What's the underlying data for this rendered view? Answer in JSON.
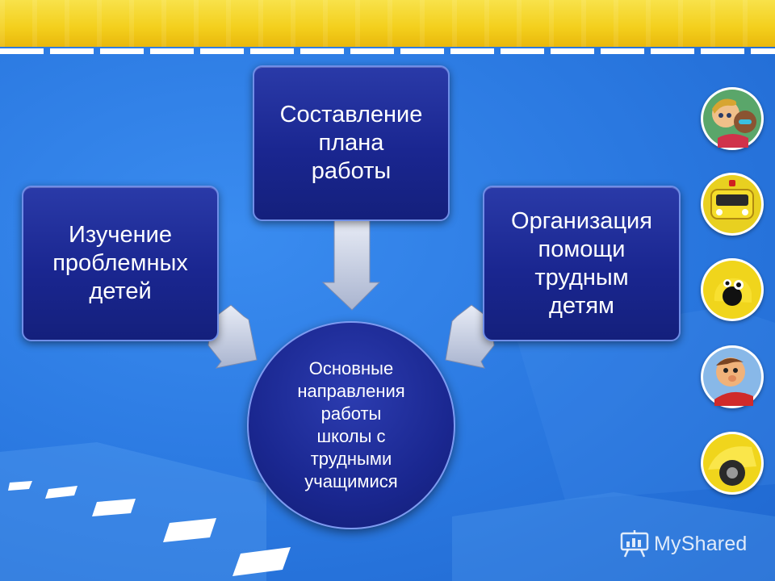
{
  "diagram": {
    "center": "Основные\nнаправления\nработы\nшколы с\nтрудными\nучащимися",
    "boxes": [
      {
        "id": "left",
        "text": "Изучение\nпроблемных\nдетей"
      },
      {
        "id": "top",
        "text": "Составление\nплана\nработы"
      },
      {
        "id": "right",
        "text": "Организация\nпомощи\nтрудным\nдетям"
      }
    ]
  },
  "watermark": {
    "text": "MyShared",
    "icon": "projector-screen-icon"
  },
  "side_icons": [
    "two-children-icon",
    "school-bus-front-icon",
    "yellow-car-icon",
    "boy-character-icon",
    "bus-wheel-icon"
  ],
  "colors": {
    "background": "#2d7de4",
    "box_fill": "#1a2690",
    "box_border": "#6f8ee8",
    "top_band": "#f3cf1c",
    "arrow": "#c8d0e6"
  }
}
